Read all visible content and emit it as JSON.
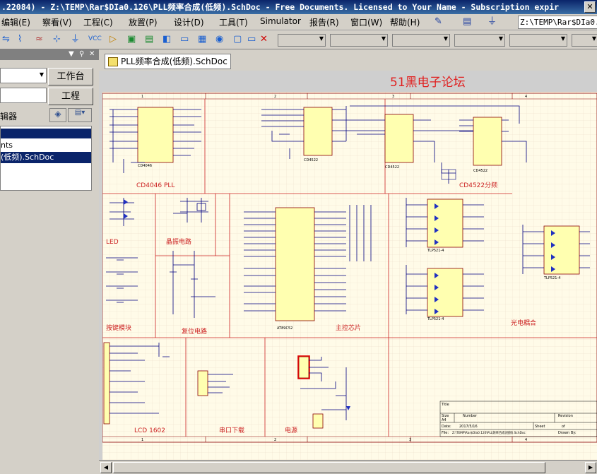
{
  "window": {
    "title": ".22084) - Z:\\TEMP\\Rar$DIa0.126\\PLL频率合成(低频).SchDoc - Free Documents. Licensed to Your Name - Subscription expir"
  },
  "menu": {
    "items": [
      "编辑(E)",
      "察看(V)",
      "工程(C)",
      "放置(P)",
      "设计(D)",
      "工具(T)",
      "Simulator",
      "报告(R)",
      "窗口(W)",
      "帮助(H)"
    ],
    "path": "Z:\\TEMP\\Rar$DIa0.1"
  },
  "left_panel": {
    "workspace_button": "工作台",
    "project_button": "工程",
    "partial_label": "辑器",
    "tree": [
      "nts",
      "(低频).SchDoc"
    ]
  },
  "document": {
    "tab_label": "PLL频率合成(低频).SchDoc"
  },
  "schematic": {
    "header": "51黑电子论坛",
    "sections": [
      "CD4046 PLL",
      "CD4522分频",
      "LED",
      "晶振电路",
      "按键模块",
      "复位电路",
      "主控芯片",
      "光电耦合",
      "LCD 1602",
      "串口下载",
      "电源"
    ],
    "col_numbers": [
      "1",
      "2",
      "3",
      "4"
    ],
    "chips": [
      "CD4046",
      "CD4522",
      "CD4522",
      "CD4522",
      "AT89C52",
      "TLP521-4",
      "TLP521-4",
      "TLP521-4"
    ],
    "title_block": {
      "title": "Title",
      "size_label": "Size",
      "size_value": "A4",
      "number_label": "Number",
      "revision_label": "Revision",
      "date_label": "Date:",
      "date_value": "2017/5/16",
      "sheet_label": "Sheet",
      "sheet_of": "of",
      "file_label": "File:",
      "file_value": "Z:\\TEMP\\Rar$DIa0.126\\PLL频率合成(低频).SchDoc",
      "drawn_label": "Drawn By:"
    }
  }
}
